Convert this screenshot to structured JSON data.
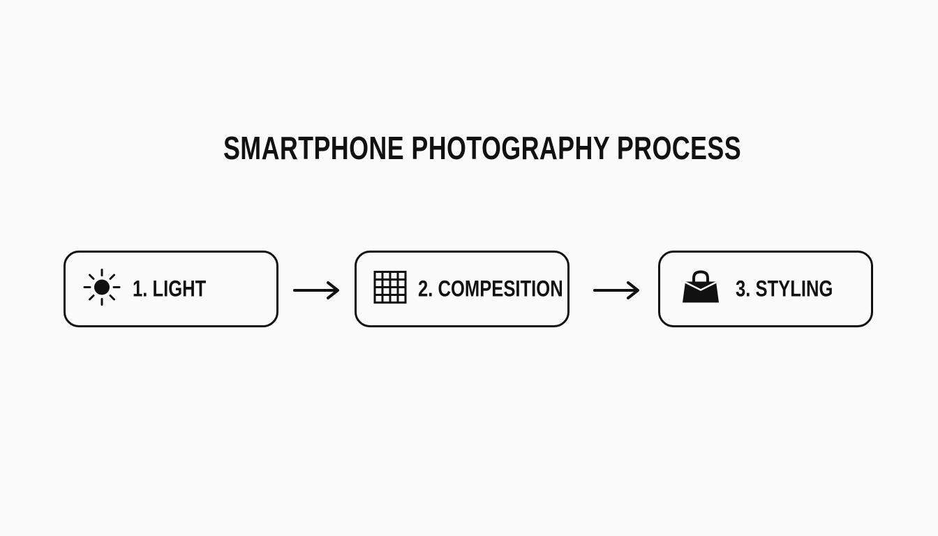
{
  "title": "SMARTPHONE PHOTOGRAPHY PROCESS",
  "steps": [
    {
      "label": "1. LIGHT",
      "icon": "sun-icon"
    },
    {
      "label": "2. COMPESITION",
      "icon": "grid-icon"
    },
    {
      "label": "3. STYLING",
      "icon": "handbag-icon"
    }
  ],
  "colors": {
    "background": "#fbfbfb",
    "foreground": "#111111"
  }
}
